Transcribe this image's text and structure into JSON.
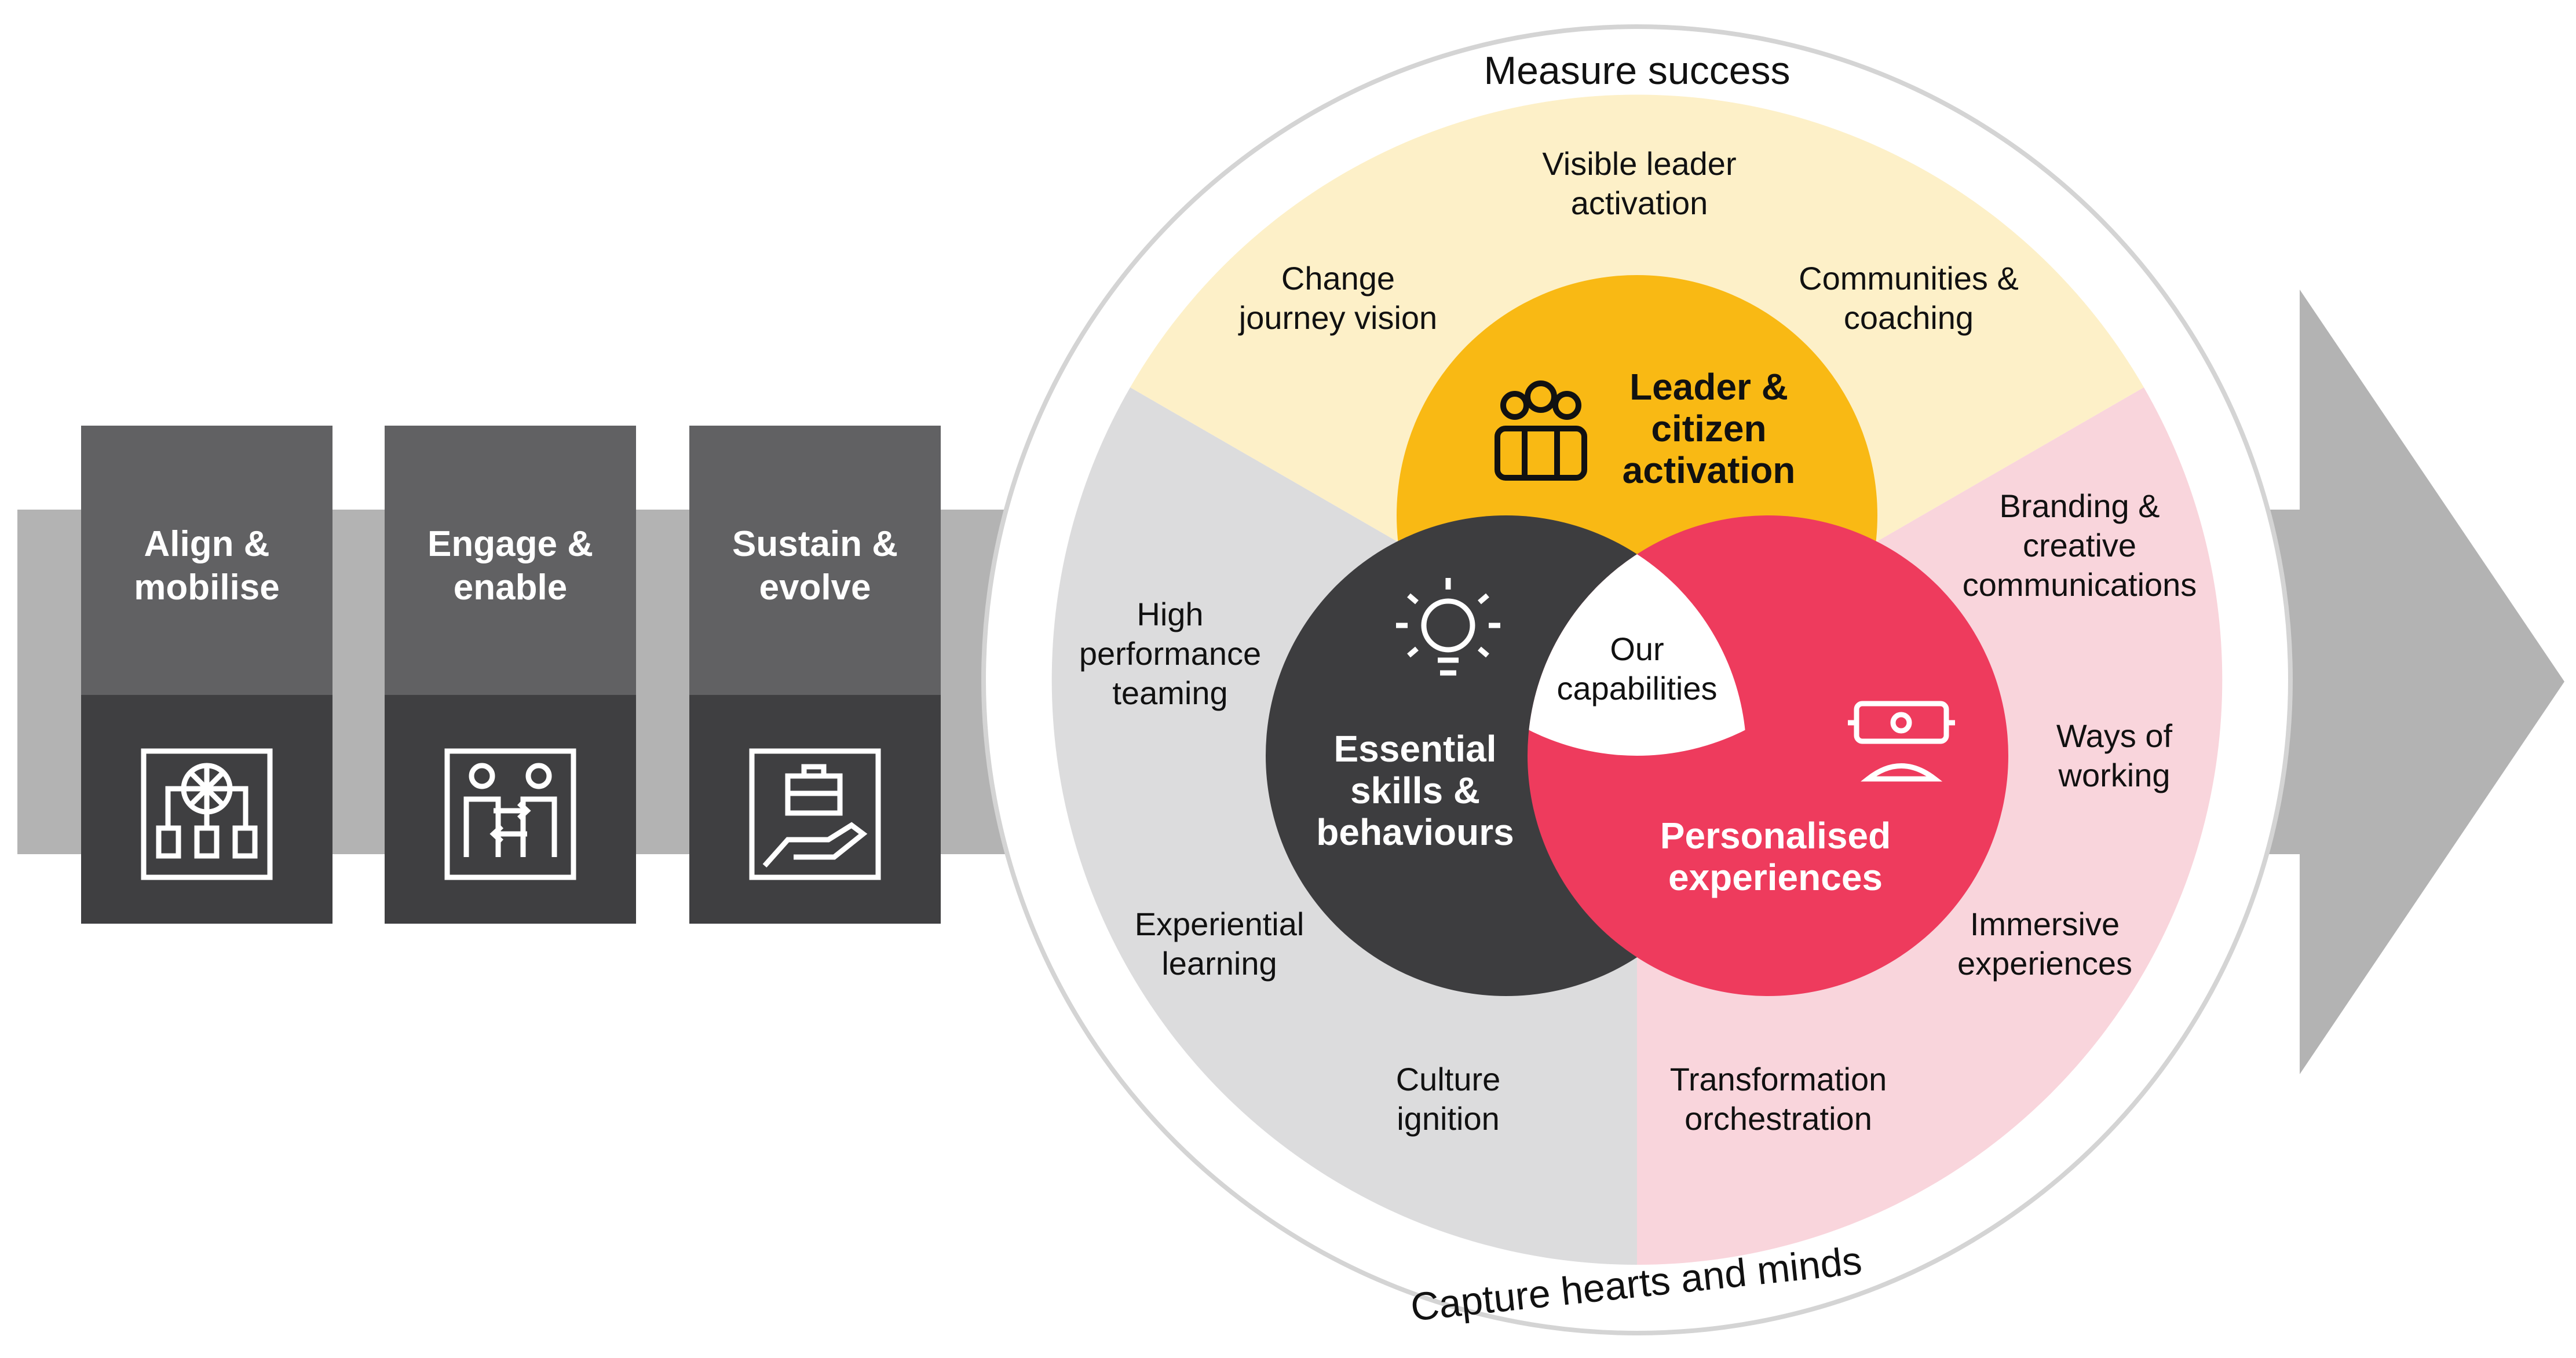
{
  "stages": [
    {
      "label_1": "Align &",
      "label_2": "mobilise",
      "icon": "network-documents-icon"
    },
    {
      "label_1": "Engage &",
      "label_2": "enable",
      "icon": "people-exchange-icon"
    },
    {
      "label_1": "Sustain &",
      "label_2": "evolve",
      "icon": "briefcase-hand-icon"
    }
  ],
  "ring": {
    "top": "Measure success",
    "bottom": "Capture hearts and minds"
  },
  "segments": {
    "yellow": [
      {
        "line1": "Change",
        "line2": "journey vision"
      },
      {
        "line1": "Visible leader",
        "line2": "activation"
      },
      {
        "line1": "Communities &",
        "line2": "coaching"
      }
    ],
    "grey": [
      {
        "line1": "High",
        "line2": "performance",
        "line3": "teaming"
      },
      {
        "line1": "Experiential",
        "line2": "learning"
      },
      {
        "line1": "Culture",
        "line2": "ignition"
      }
    ],
    "pink": [
      {
        "line1": "Branding &",
        "line2": "creative",
        "line3": "communications"
      },
      {
        "line1": "Ways of",
        "line2": "working"
      },
      {
        "line1": "Immersive",
        "line2": "experiences"
      },
      {
        "line1": "Transformation",
        "line2": "orchestration"
      }
    ]
  },
  "core": {
    "leader": {
      "line1": "Leader &",
      "line2": "citizen",
      "line3": "activation",
      "icon": "people-group-icon"
    },
    "skills": {
      "line1": "Essential",
      "line2": "skills &",
      "line3": "behaviours",
      "icon": "lightbulb-icon"
    },
    "personal": {
      "line1": "Personalised",
      "line2": "experiences",
      "icon": "vr-headset-icon"
    },
    "center": {
      "line1": "Our",
      "line2": "capabilities"
    }
  },
  "colors": {
    "arrow": "#b3b3b3",
    "stage_top": "#616163",
    "stage_bottom": "#3f3f41",
    "yellow_segment": "#fdf0c8",
    "grey_segment": "#dcdcdd",
    "pink_segment": "#f9d5dc",
    "leader_circle": "#f9b914",
    "skills_circle": "#3d3d3f",
    "personal_circle": "#ee3b5d",
    "ring": "#d4d4d4"
  }
}
